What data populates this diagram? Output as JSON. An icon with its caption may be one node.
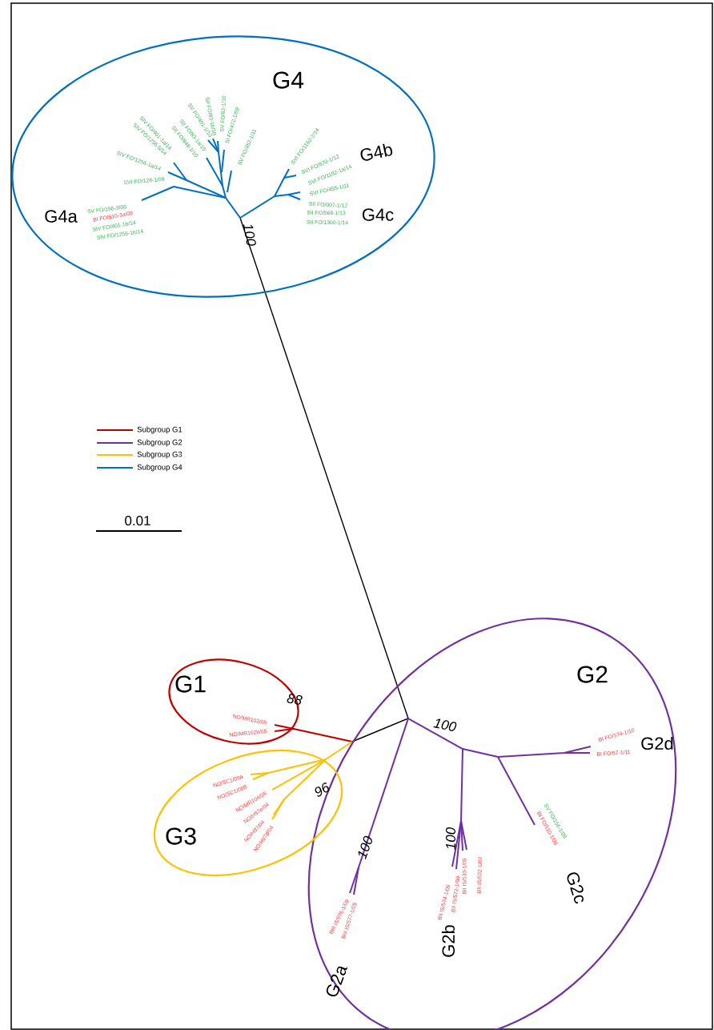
{
  "diagram": {
    "nodes": [
      {
        "text": [
          "G4"
        ]
      },
      {
        "text": [
          "G2"
        ]
      },
      {
        "text": [
          "G1"
        ]
      },
      {
        "text": [
          "G3"
        ]
      }
    ],
    "labels": [
      "SIV FO/1256-5/14",
      "SIV FO/401-1a/14",
      "SII FO/848-1/10",
      "SII FO/83-1a/10",
      "SV FO/401-1/10",
      "SII FO/83-1b/10",
      "SV FO/82-1/10",
      "SI FO/472-1/09",
      "SV FO/452-1/11",
      "SVI FO/1192-2/14",
      "SIV FO/1256-1a/14",
      "SVI FO/570-1/12",
      "SVI FO/1192-1a/14",
      "SVI FO/128-1/09",
      "SVI FO/455-1/11",
      "SII FO/007-1/12",
      "SV FO/156-3/08",
      "SII FO/568-1/13",
      "BI FO/510-3a/08",
      "SII FO/1300-1/14",
      "SIV FO/401-1b/14",
      "SIV FO/1256-1b/14",
      "G4b",
      "G4a",
      "G4c",
      "100",
      "0.01",
      "NO/MR102/05",
      "NO/MR102b/05",
      "88",
      "100",
      "BI FO/574-1/10",
      "BI FO/67-1/11",
      "G2d",
      "NO/SC1/08A",
      "NO/SC1/08B",
      "96",
      "NO/MR104/05",
      "NO/H97e/04",
      "NO/H97/04",
      "NO/H97d/04",
      "SV FO/156-1/08",
      "BI FO/510-1/08",
      "100",
      "100",
      "BII IS/574-1/09",
      "BII IS/572-1/09",
      "BII IS/530-1/09",
      "BII IS/532-1/09",
      "BIII IS/576-1/09",
      "BIII IS/577-1/09",
      "G2c",
      "G2b",
      "G2a"
    ],
    "legend": [
      {
        "text": "Subgroup G1"
      },
      {
        "text": "Subgroup G2"
      },
      {
        "text": "Subgroup G3"
      },
      {
        "text": "Subgroup G4"
      }
    ]
  }
}
